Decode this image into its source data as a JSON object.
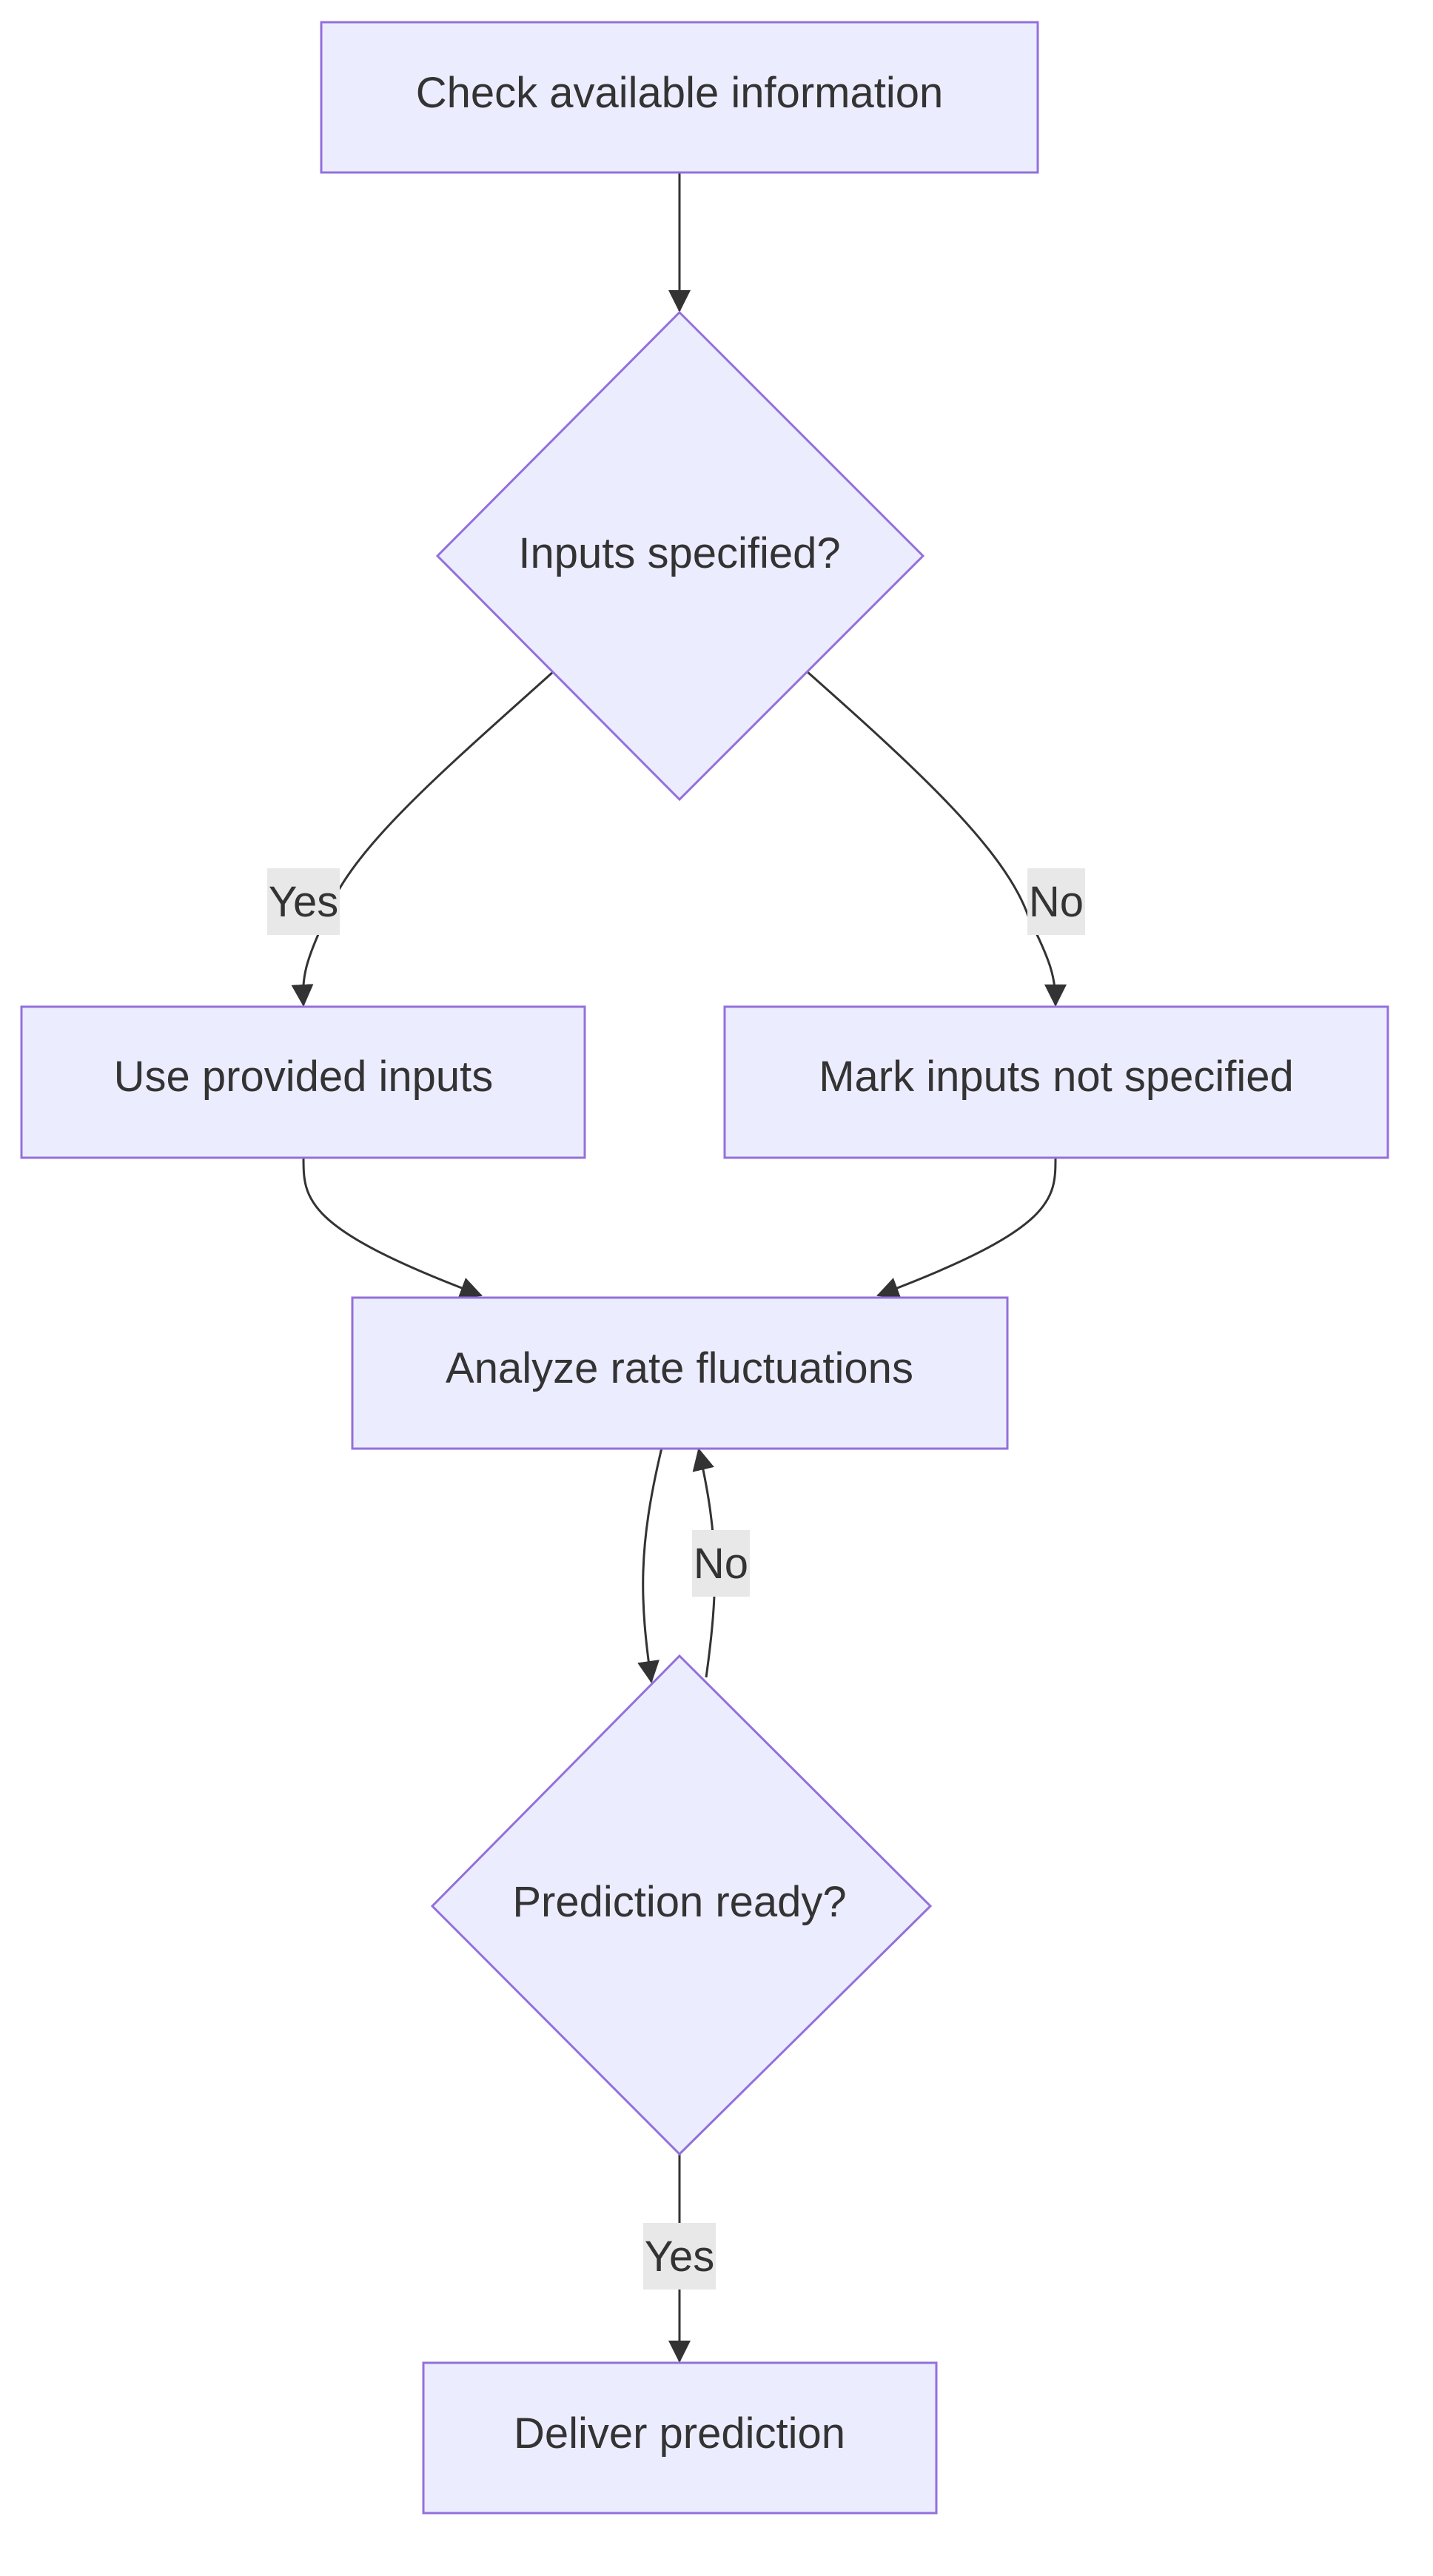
{
  "nodes": {
    "check_info": {
      "label": "Check available information",
      "shape": "rect"
    },
    "inputs_specified": {
      "label": "Inputs specified?",
      "shape": "diamond"
    },
    "use_inputs": {
      "label": "Use provided inputs",
      "shape": "rect"
    },
    "mark_inputs": {
      "label": "Mark inputs not specified",
      "shape": "rect"
    },
    "analyze": {
      "label": "Analyze rate fluctuations",
      "shape": "rect"
    },
    "prediction_ready": {
      "label": "Prediction ready?",
      "shape": "diamond"
    },
    "deliver": {
      "label": "Deliver prediction",
      "shape": "rect"
    }
  },
  "edges": {
    "check_to_inputs": {
      "from": "check_info",
      "to": "inputs_specified",
      "label": ""
    },
    "inputs_yes": {
      "from": "inputs_specified",
      "to": "use_inputs",
      "label": "Yes"
    },
    "inputs_no": {
      "from": "inputs_specified",
      "to": "mark_inputs",
      "label": "No"
    },
    "use_to_analyze": {
      "from": "use_inputs",
      "to": "analyze",
      "label": ""
    },
    "mark_to_analyze": {
      "from": "mark_inputs",
      "to": "analyze",
      "label": ""
    },
    "analyze_to_ready": {
      "from": "analyze",
      "to": "prediction_ready",
      "label": ""
    },
    "ready_no": {
      "from": "prediction_ready",
      "to": "analyze",
      "label": "No"
    },
    "ready_yes": {
      "from": "prediction_ready",
      "to": "deliver",
      "label": "Yes"
    }
  },
  "colors": {
    "node_fill": "#ECECFF",
    "node_stroke": "#9370DB",
    "edge": "#333333",
    "text": "#333333",
    "label_bg": "#e8e8e8"
  }
}
